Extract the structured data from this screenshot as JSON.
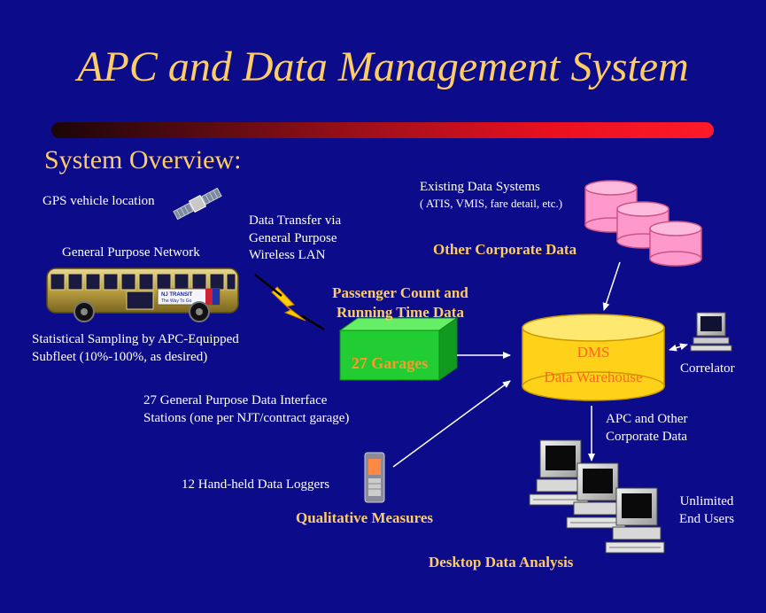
{
  "slide": {
    "title": "APC and Data Management System",
    "subtitle": "System Overview:"
  },
  "labels": {
    "gps": "GPS vehicle location",
    "general_network": "General Purpose Network",
    "transfer_line1": "Data Transfer via",
    "transfer_line2": "General Purpose",
    "transfer_line3": "Wireless LAN",
    "sampling_line1": "Statistical Sampling by APC-Equipped",
    "sampling_line2": "Subfleet (10%-100%, as desired)",
    "interface_line1": "27 General Purpose Data Interface",
    "interface_line2": "Stations (one per NJT/contract garage)",
    "loggers": "12 Hand-held Data Loggers",
    "qualitative": "Qualitative Measures",
    "passenger_line1": "Passenger Count and",
    "passenger_line2": "Running Time Data",
    "garages": "27 Garages",
    "existing_line1": "Existing Data Systems",
    "existing_line2": "( ATIS, VMIS, fare detail, etc.)",
    "other_corporate": "Other Corporate Data",
    "dms_line1": "DMS",
    "dms_line2": "Data Warehouse",
    "correlator": "Correlator",
    "apc_line1": "APC and Other",
    "apc_line2": "Corporate Data",
    "unlimited_line1": "Unlimited",
    "unlimited_line2": "End Users",
    "desktop": "Desktop Data Analysis",
    "bus_logo": "NJ TRANSIT",
    "bus_slogan": "The Way To Go"
  },
  "colors": {
    "background": "#0c0c8a",
    "title": "#ffcc66",
    "highlight_text": "#ffcc66",
    "garage_box": "#22cc33",
    "dms_cylinder": "#ffd21a",
    "database": "#ff99cc",
    "bus_body": "#b8a040",
    "lightning": "#ffcc00"
  },
  "icons": [
    "satellite-icon",
    "bus-icon",
    "lightning-bolt-icon",
    "database-icon",
    "computer-icon",
    "handheld-logger-icon",
    "double-arrow-icon"
  ]
}
